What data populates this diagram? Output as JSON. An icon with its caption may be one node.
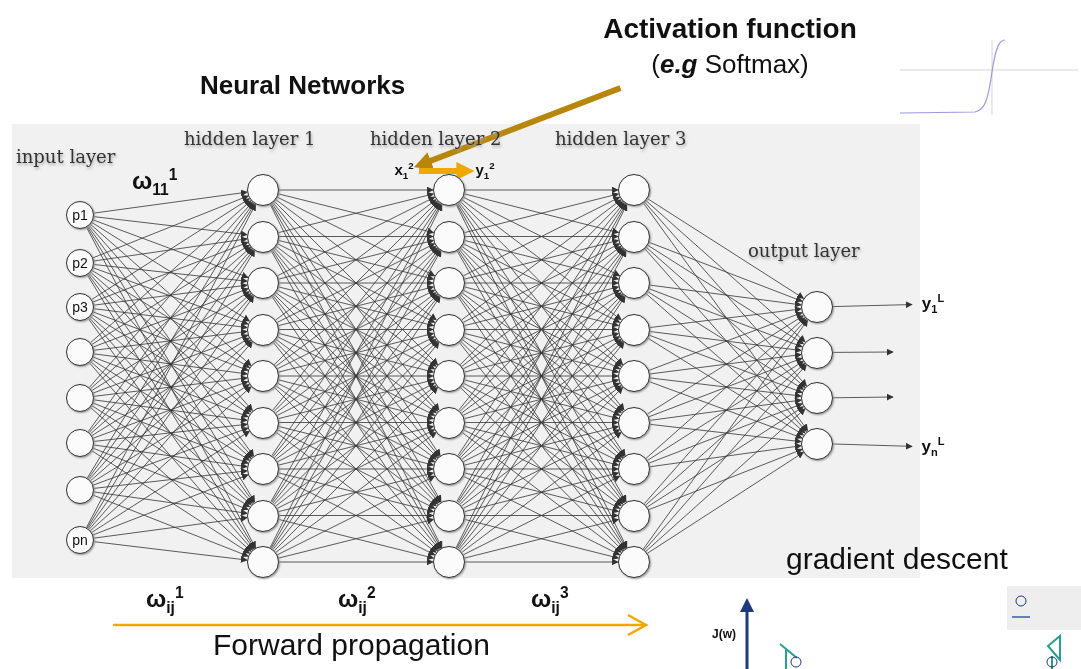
{
  "diagram": {
    "title": "Neural Networks",
    "nodes": [
      {
        "text": [
          "p1"
        ]
      },
      {
        "text": [
          "p2"
        ]
      },
      {
        "text": [
          "p3"
        ]
      },
      {
        "text": [],
        "shape": "circle"
      },
      {
        "text": [],
        "shape": "circle"
      },
      {
        "text": [],
        "shape": "circle"
      },
      {
        "text": [],
        "shape": "circle"
      },
      {
        "text": [
          "pn"
        ]
      },
      {
        "text": [],
        "shape": "circle"
      },
      {
        "text": [],
        "shape": "circle"
      },
      {
        "text": [],
        "shape": "circle"
      },
      {
        "text": [],
        "shape": "circle"
      },
      {
        "text": [],
        "shape": "circle"
      },
      {
        "text": [],
        "shape": "circle"
      },
      {
        "text": [],
        "shape": "circle"
      },
      {
        "text": [],
        "shape": "circle"
      },
      {
        "text": [],
        "shape": "circle"
      },
      {
        "text": [],
        "shape": "circle"
      },
      {
        "text": [],
        "shape": "circle"
      },
      {
        "text": [],
        "shape": "circle"
      },
      {
        "text": [],
        "shape": "circle"
      },
      {
        "text": [],
        "shape": "circle"
      },
      {
        "text": [],
        "shape": "circle"
      },
      {
        "text": [],
        "shape": "circle"
      },
      {
        "text": [],
        "shape": "circle"
      },
      {
        "text": [],
        "shape": "circle"
      },
      {
        "text": [],
        "shape": "circle"
      },
      {
        "text": [],
        "shape": "circle"
      },
      {
        "text": [],
        "shape": "circle"
      },
      {
        "text": [],
        "shape": "circle"
      },
      {
        "text": [],
        "shape": "circle"
      },
      {
        "text": [],
        "shape": "circle"
      },
      {
        "text": [],
        "shape": "circle"
      },
      {
        "text": [],
        "shape": "circle"
      },
      {
        "text": [],
        "shape": "circle"
      },
      {
        "text": [],
        "shape": "circle"
      },
      {
        "text": [],
        "shape": "circle"
      },
      {
        "text": [],
        "shape": "circle"
      },
      {
        "text": [],
        "shape": "circle"
      },
      {
        "text": [
          "Activation function",
          "(*e.g* Softmax)"
        ]
      },
      {
        "text": [
          "y$_{1}$$^{L}$"
        ]
      },
      {
        "text": [
          "y$_{n}$$^{L}$"
        ]
      },
      {
        "text": [
          "x$_{1}$$^{2}$"
        ]
      },
      {
        "text": [
          "y$_{1}$$^{2}$"
        ]
      }
    ],
    "edges": [
      {
        "from": 0,
        "to": 8,
        "arrow": "to"
      },
      {
        "from": 0,
        "to": 9,
        "arrow": "to"
      },
      {
        "from": 0,
        "to": 10,
        "arrow": "to"
      },
      {
        "from": 0,
        "to": 11,
        "arrow": "to"
      },
      {
        "from": 0,
        "to": 12,
        "arrow": "to"
      },
      {
        "from": 0,
        "to": 13,
        "arrow": "to"
      },
      {
        "from": 0,
        "to": 14,
        "arrow": "to"
      },
      {
        "from": 0,
        "to": 15,
        "arrow": "to"
      },
      {
        "from": 0,
        "to": 16,
        "arrow": "to"
      },
      {
        "from": 1,
        "to": 8,
        "arrow": "to"
      },
      {
        "from": 1,
        "to": 9,
        "arrow": "to"
      },
      {
        "from": 1,
        "to": 10,
        "arrow": "to"
      },
      {
        "from": 1,
        "to": 11,
        "arrow": "to"
      },
      {
        "from": 1,
        "to": 12,
        "arrow": "to"
      },
      {
        "from": 1,
        "to": 13,
        "arrow": "to"
      },
      {
        "from": 1,
        "to": 14,
        "arrow": "to"
      },
      {
        "from": 1,
        "to": 15,
        "arrow": "to"
      },
      {
        "from": 1,
        "to": 16,
        "arrow": "to"
      },
      {
        "from": 2,
        "to": 8,
        "arrow": "to"
      },
      {
        "from": 2,
        "to": 9,
        "arrow": "to"
      },
      {
        "from": 2,
        "to": 10,
        "arrow": "to"
      },
      {
        "from": 2,
        "to": 11,
        "arrow": "to"
      },
      {
        "from": 2,
        "to": 12,
        "arrow": "to"
      },
      {
        "from": 2,
        "to": 13,
        "arrow": "to"
      },
      {
        "from": 2,
        "to": 14,
        "arrow": "to"
      },
      {
        "from": 2,
        "to": 15,
        "arrow": "to"
      },
      {
        "from": 2,
        "to": 16,
        "arrow": "to"
      },
      {
        "from": 3,
        "to": 8,
        "arrow": "to"
      },
      {
        "from": 3,
        "to": 9,
        "arrow": "to"
      },
      {
        "from": 3,
        "to": 10,
        "arrow": "to"
      },
      {
        "from": 3,
        "to": 11,
        "arrow": "to"
      },
      {
        "from": 3,
        "to": 12,
        "arrow": "to"
      },
      {
        "from": 3,
        "to": 13,
        "arrow": "to"
      },
      {
        "from": 3,
        "to": 14,
        "arrow": "to"
      },
      {
        "from": 3,
        "to": 15,
        "arrow": "to"
      },
      {
        "from": 3,
        "to": 16,
        "arrow": "to"
      },
      {
        "from": 4,
        "to": 8,
        "arrow": "to"
      },
      {
        "from": 4,
        "to": 9,
        "arrow": "to"
      },
      {
        "from": 4,
        "to": 10,
        "arrow": "to"
      },
      {
        "from": 4,
        "to": 11,
        "arrow": "to"
      },
      {
        "from": 4,
        "to": 12,
        "arrow": "to"
      },
      {
        "from": 4,
        "to": 13,
        "arrow": "to"
      },
      {
        "from": 4,
        "to": 14,
        "arrow": "to"
      },
      {
        "from": 4,
        "to": 15,
        "arrow": "to"
      },
      {
        "from": 4,
        "to": 16,
        "arrow": "to"
      },
      {
        "from": 5,
        "to": 8,
        "arrow": "to"
      },
      {
        "from": 5,
        "to": 9,
        "arrow": "to"
      },
      {
        "from": 5,
        "to": 10,
        "arrow": "to"
      },
      {
        "from": 5,
        "to": 11,
        "arrow": "to"
      },
      {
        "from": 5,
        "to": 12,
        "arrow": "to"
      },
      {
        "from": 5,
        "to": 13,
        "arrow": "to"
      },
      {
        "from": 5,
        "to": 14,
        "arrow": "to"
      },
      {
        "from": 5,
        "to": 15,
        "arrow": "to"
      },
      {
        "from": 5,
        "to": 16,
        "arrow": "to"
      },
      {
        "from": 6,
        "to": 8,
        "arrow": "to"
      },
      {
        "from": 6,
        "to": 9,
        "arrow": "to"
      },
      {
        "from": 6,
        "to": 10,
        "arrow": "to"
      },
      {
        "from": 6,
        "to": 11,
        "arrow": "to"
      },
      {
        "from": 6,
        "to": 12,
        "arrow": "to"
      },
      {
        "from": 6,
        "to": 13,
        "arrow": "to"
      },
      {
        "from": 6,
        "to": 14,
        "arrow": "to"
      },
      {
        "from": 6,
        "to": 15,
        "arrow": "to"
      },
      {
        "from": 6,
        "to": 16,
        "arrow": "to"
      },
      {
        "from": 7,
        "to": 8,
        "arrow": "to"
      },
      {
        "from": 7,
        "to": 9,
        "arrow": "to"
      },
      {
        "from": 7,
        "to": 10,
        "arrow": "to"
      },
      {
        "from": 7,
        "to": 11,
        "arrow": "to"
      },
      {
        "from": 7,
        "to": 12,
        "arrow": "to"
      },
      {
        "from": 7,
        "to": 13,
        "arrow": "to"
      },
      {
        "from": 7,
        "to": 14,
        "arrow": "to"
      },
      {
        "from": 7,
        "to": 15,
        "arrow": "to"
      },
      {
        "from": 7,
        "to": 16,
        "arrow": "to"
      },
      {
        "from": 8,
        "to": 17,
        "arrow": "to"
      },
      {
        "from": 8,
        "to": 18,
        "arrow": "to"
      },
      {
        "from": 8,
        "to": 19,
        "arrow": "to"
      },
      {
        "from": 8,
        "to": 20,
        "arrow": "to"
      },
      {
        "from": 8,
        "to": 21,
        "arrow": "to"
      },
      {
        "from": 8,
        "to": 22,
        "arrow": "to"
      },
      {
        "from": 8,
        "to": 23,
        "arrow": "to"
      },
      {
        "from": 8,
        "to": 24,
        "arrow": "to"
      },
      {
        "from": 8,
        "to": 25,
        "arrow": "to"
      },
      {
        "from": 9,
        "to": 17,
        "arrow": "to"
      },
      {
        "from": 9,
        "to": 18,
        "arrow": "to"
      },
      {
        "from": 9,
        "to": 19,
        "arrow": "to"
      },
      {
        "from": 9,
        "to": 20,
        "arrow": "to"
      },
      {
        "from": 9,
        "to": 21,
        "arrow": "to"
      },
      {
        "from": 9,
        "to": 22,
        "arrow": "to"
      },
      {
        "from": 9,
        "to": 23,
        "arrow": "to"
      },
      {
        "from": 9,
        "to": 24,
        "arrow": "to"
      },
      {
        "from": 9,
        "to": 25,
        "arrow": "to"
      },
      {
        "from": 10,
        "to": 17,
        "arrow": "to"
      },
      {
        "from": 10,
        "to": 18,
        "arrow": "to"
      },
      {
        "from": 10,
        "to": 19,
        "arrow": "to"
      },
      {
        "from": 10,
        "to": 20,
        "arrow": "to"
      },
      {
        "from": 10,
        "to": 21,
        "arrow": "to"
      },
      {
        "from": 10,
        "to": 22,
        "arrow": "to"
      },
      {
        "from": 10,
        "to": 23,
        "arrow": "to"
      },
      {
        "from": 10,
        "to": 24,
        "arrow": "to"
      },
      {
        "from": 10,
        "to": 25,
        "arrow": "to"
      },
      {
        "from": 11,
        "to": 17,
        "arrow": "to"
      },
      {
        "from": 11,
        "to": 18,
        "arrow": "to"
      },
      {
        "from": 11,
        "to": 19,
        "arrow": "to"
      },
      {
        "from": 11,
        "to": 20,
        "arrow": "to"
      },
      {
        "from": 11,
        "to": 21,
        "arrow": "to"
      },
      {
        "from": 11,
        "to": 22,
        "arrow": "to"
      },
      {
        "from": 11,
        "to": 23,
        "arrow": "to"
      },
      {
        "from": 11,
        "to": 24,
        "arrow": "to"
      },
      {
        "from": 11,
        "to": 25,
        "arrow": "to"
      },
      {
        "from": 12,
        "to": 17,
        "arrow": "to"
      },
      {
        "from": 12,
        "to": 18,
        "arrow": "to"
      },
      {
        "from": 12,
        "to": 19,
        "arrow": "to"
      },
      {
        "from": 12,
        "to": 20,
        "arrow": "to"
      },
      {
        "from": 12,
        "to": 21,
        "arrow": "to"
      },
      {
        "from": 12,
        "to": 22,
        "arrow": "to"
      },
      {
        "from": 12,
        "to": 23,
        "arrow": "to"
      },
      {
        "from": 12,
        "to": 24,
        "arrow": "to"
      },
      {
        "from": 12,
        "to": 25,
        "arrow": "to"
      },
      {
        "from": 13,
        "to": 17,
        "arrow": "to"
      },
      {
        "from": 13,
        "to": 18,
        "arrow": "to"
      },
      {
        "from": 13,
        "to": 19,
        "arrow": "to"
      },
      {
        "from": 13,
        "to": 20,
        "arrow": "to"
      },
      {
        "from": 13,
        "to": 21,
        "arrow": "to"
      },
      {
        "from": 13,
        "to": 22,
        "arrow": "to"
      },
      {
        "from": 13,
        "to": 23,
        "arrow": "to"
      },
      {
        "from": 13,
        "to": 24,
        "arrow": "to"
      },
      {
        "from": 13,
        "to": 25,
        "arrow": "to"
      },
      {
        "from": 14,
        "to": 17,
        "arrow": "to"
      },
      {
        "from": 14,
        "to": 18,
        "arrow": "to"
      },
      {
        "from": 14,
        "to": 19,
        "arrow": "to"
      },
      {
        "from": 14,
        "to": 20,
        "arrow": "to"
      },
      {
        "from": 14,
        "to": 21,
        "arrow": "to"
      },
      {
        "from": 14,
        "to": 22,
        "arrow": "to"
      },
      {
        "from": 14,
        "to": 23,
        "arrow": "to"
      },
      {
        "from": 14,
        "to": 24,
        "arrow": "to"
      },
      {
        "from": 14,
        "to": 25,
        "arrow": "to"
      },
      {
        "from": 15,
        "to": 17,
        "arrow": "to"
      },
      {
        "from": 15,
        "to": 18,
        "arrow": "to"
      },
      {
        "from": 15,
        "to": 19,
        "arrow": "to"
      },
      {
        "from": 15,
        "to": 20,
        "arrow": "to"
      },
      {
        "from": 15,
        "to": 21,
        "arrow": "to"
      },
      {
        "from": 15,
        "to": 22,
        "arrow": "to"
      },
      {
        "from": 15,
        "to": 23,
        "arrow": "to"
      },
      {
        "from": 15,
        "to": 24,
        "arrow": "to"
      },
      {
        "from": 15,
        "to": 25,
        "arrow": "to"
      },
      {
        "from": 16,
        "to": 17,
        "arrow": "to"
      },
      {
        "from": 16,
        "to": 18,
        "arrow": "to"
      },
      {
        "from": 16,
        "to": 19,
        "arrow": "to"
      },
      {
        "from": 16,
        "to": 20,
        "arrow": "to"
      },
      {
        "from": 16,
        "to": 21,
        "arrow": "to"
      },
      {
        "from": 16,
        "to": 22,
        "arrow": "to"
      },
      {
        "from": 16,
        "to": 23,
        "arrow": "to"
      },
      {
        "from": 16,
        "to": 24,
        "arrow": "to"
      },
      {
        "from": 16,
        "to": 25,
        "arrow": "to"
      },
      {
        "from": 17,
        "to": 26,
        "arrow": "to"
      },
      {
        "from": 17,
        "to": 27,
        "arrow": "to"
      },
      {
        "from": 17,
        "to": 28,
        "arrow": "to"
      },
      {
        "from": 17,
        "to": 29,
        "arrow": "to"
      },
      {
        "from": 17,
        "to": 30,
        "arrow": "to"
      },
      {
        "from": 17,
        "to": 31,
        "arrow": "to"
      },
      {
        "from": 17,
        "to": 32,
        "arrow": "to"
      },
      {
        "from": 17,
        "to": 33,
        "arrow": "to"
      },
      {
        "from": 17,
        "to": 34,
        "arrow": "to"
      },
      {
        "from": 18,
        "to": 26,
        "arrow": "to"
      },
      {
        "from": 18,
        "to": 27,
        "arrow": "to"
      },
      {
        "from": 18,
        "to": 28,
        "arrow": "to"
      },
      {
        "from": 18,
        "to": 29,
        "arrow": "to"
      },
      {
        "from": 18,
        "to": 30,
        "arrow": "to"
      },
      {
        "from": 18,
        "to": 31,
        "arrow": "to"
      },
      {
        "from": 18,
        "to": 32,
        "arrow": "to"
      },
      {
        "from": 18,
        "to": 33,
        "arrow": "to"
      },
      {
        "from": 18,
        "to": 34,
        "arrow": "to"
      },
      {
        "from": 19,
        "to": 26,
        "arrow": "to"
      },
      {
        "from": 19,
        "to": 27,
        "arrow": "to"
      },
      {
        "from": 19,
        "to": 28,
        "arrow": "to"
      },
      {
        "from": 19,
        "to": 29,
        "arrow": "to"
      },
      {
        "from": 19,
        "to": 30,
        "arrow": "to"
      },
      {
        "from": 19,
        "to": 31,
        "arrow": "to"
      },
      {
        "from": 19,
        "to": 32,
        "arrow": "to"
      },
      {
        "from": 19,
        "to": 33,
        "arrow": "to"
      },
      {
        "from": 19,
        "to": 34,
        "arrow": "to"
      },
      {
        "from": 20,
        "to": 26,
        "arrow": "to"
      },
      {
        "from": 20,
        "to": 27,
        "arrow": "to"
      },
      {
        "from": 20,
        "to": 28,
        "arrow": "to"
      },
      {
        "from": 20,
        "to": 29,
        "arrow": "to"
      },
      {
        "from": 20,
        "to": 30,
        "arrow": "to"
      },
      {
        "from": 20,
        "to": 31,
        "arrow": "to"
      },
      {
        "from": 20,
        "to": 32,
        "arrow": "to"
      },
      {
        "from": 20,
        "to": 33,
        "arrow": "to"
      },
      {
        "from": 20,
        "to": 34,
        "arrow": "to"
      },
      {
        "from": 21,
        "to": 26,
        "arrow": "to"
      },
      {
        "from": 21,
        "to": 27,
        "arrow": "to"
      },
      {
        "from": 21,
        "to": 28,
        "arrow": "to"
      },
      {
        "from": 21,
        "to": 29,
        "arrow": "to"
      },
      {
        "from": 21,
        "to": 30,
        "arrow": "to"
      },
      {
        "from": 21,
        "to": 31,
        "arrow": "to"
      },
      {
        "from": 21,
        "to": 32,
        "arrow": "to"
      },
      {
        "from": 21,
        "to": 33,
        "arrow": "to"
      },
      {
        "from": 21,
        "to": 34,
        "arrow": "to"
      },
      {
        "from": 22,
        "to": 26,
        "arrow": "to"
      },
      {
        "from": 22,
        "to": 27,
        "arrow": "to"
      },
      {
        "from": 22,
        "to": 28,
        "arrow": "to"
      },
      {
        "from": 22,
        "to": 29,
        "arrow": "to"
      },
      {
        "from": 22,
        "to": 30,
        "arrow": "to"
      },
      {
        "from": 22,
        "to": 31,
        "arrow": "to"
      },
      {
        "from": 22,
        "to": 32,
        "arrow": "to"
      },
      {
        "from": 22,
        "to": 33,
        "arrow": "to"
      },
      {
        "from": 22,
        "to": 34,
        "arrow": "to"
      },
      {
        "from": 23,
        "to": 26,
        "arrow": "to"
      },
      {
        "from": 23,
        "to": 27,
        "arrow": "to"
      },
      {
        "from": 23,
        "to": 28,
        "arrow": "to"
      },
      {
        "from": 23,
        "to": 29,
        "arrow": "to"
      },
      {
        "from": 23,
        "to": 30,
        "arrow": "to"
      },
      {
        "from": 23,
        "to": 31,
        "arrow": "to"
      },
      {
        "from": 23,
        "to": 32,
        "arrow": "to"
      },
      {
        "from": 23,
        "to": 33,
        "arrow": "to"
      },
      {
        "from": 23,
        "to": 34,
        "arrow": "to"
      },
      {
        "from": 24,
        "to": 26,
        "arrow": "to"
      },
      {
        "from": 24,
        "to": 27,
        "arrow": "to"
      },
      {
        "from": 24,
        "to": 28,
        "arrow": "to"
      },
      {
        "from": 24,
        "to": 29,
        "arrow": "to"
      },
      {
        "from": 24,
        "to": 30,
        "arrow": "to"
      },
      {
        "from": 24,
        "to": 31,
        "arrow": "to"
      },
      {
        "from": 24,
        "to": 32,
        "arrow": "to"
      },
      {
        "from": 24,
        "to": 33,
        "arrow": "to"
      },
      {
        "from": 24,
        "to": 34,
        "arrow": "to"
      },
      {
        "from": 25,
        "to": 26,
        "arrow": "to"
      },
      {
        "from": 25,
        "to": 27,
        "arrow": "to"
      },
      {
        "from": 25,
        "to": 28,
        "arrow": "to"
      },
      {
        "from": 25,
        "to": 29,
        "arrow": "to"
      },
      {
        "from": 25,
        "to": 30,
        "arrow": "to"
      },
      {
        "from": 25,
        "to": 31,
        "arrow": "to"
      },
      {
        "from": 25,
        "to": 32,
        "arrow": "to"
      },
      {
        "from": 25,
        "to": 33,
        "arrow": "to"
      },
      {
        "from": 25,
        "to": 34,
        "arrow": "to"
      },
      {
        "from": 26,
        "to": 35,
        "arrow": "to"
      },
      {
        "from": 26,
        "to": 36,
        "arrow": "to"
      },
      {
        "from": 26,
        "to": 37,
        "arrow": "to"
      },
      {
        "from": 26,
        "to": 38,
        "arrow": "to"
      },
      {
        "from": 27,
        "to": 35,
        "arrow": "to"
      },
      {
        "from": 27,
        "to": 36,
        "arrow": "to"
      },
      {
        "from": 27,
        "to": 37,
        "arrow": "to"
      },
      {
        "from": 27,
        "to": 38,
        "arrow": "to"
      },
      {
        "from": 28,
        "to": 35,
        "arrow": "to"
      },
      {
        "from": 28,
        "to": 36,
        "arrow": "to"
      },
      {
        "from": 28,
        "to": 37,
        "arrow": "to"
      },
      {
        "from": 28,
        "to": 38,
        "arrow": "to"
      },
      {
        "from": 29,
        "to": 35,
        "arrow": "to"
      },
      {
        "from": 29,
        "to": 36,
        "arrow": "to"
      },
      {
        "from": 29,
        "to": 37,
        "arrow": "to"
      },
      {
        "from": 29,
        "to": 38,
        "arrow": "to"
      },
      {
        "from": 30,
        "to": 35,
        "arrow": "to"
      },
      {
        "from": 30,
        "to": 36,
        "arrow": "to"
      },
      {
        "from": 30,
        "to": 37,
        "arrow": "to"
      },
      {
        "from": 30,
        "to": 38,
        "arrow": "to"
      },
      {
        "from": 31,
        "to": 35,
        "arrow": "to"
      },
      {
        "from": 31,
        "to": 36,
        "arrow": "to"
      },
      {
        "from": 31,
        "to": 37,
        "arrow": "to"
      },
      {
        "from": 31,
        "to": 38,
        "arrow": "to"
      },
      {
        "from": 32,
        "to": 35,
        "arrow": "to"
      },
      {
        "from": 32,
        "to": 36,
        "arrow": "to"
      },
      {
        "from": 32,
        "to": 37,
        "arrow": "to"
      },
      {
        "from": 32,
        "to": 38,
        "arrow": "to"
      },
      {
        "from": 33,
        "to": 35,
        "arrow": "to"
      },
      {
        "from": 33,
        "to": 36,
        "arrow": "to"
      },
      {
        "from": 33,
        "to": 37,
        "arrow": "to"
      },
      {
        "from": 33,
        "to": 38,
        "arrow": "to"
      },
      {
        "from": 34,
        "to": 35,
        "arrow": "to"
      },
      {
        "from": 34,
        "to": 36,
        "arrow": "to"
      },
      {
        "from": 34,
        "to": 37,
        "arrow": "to"
      },
      {
        "from": 34,
        "to": 38,
        "arrow": "to"
      },
      {
        "from": 35,
        "to": 40,
        "arrow": "to"
      },
      {
        "from": 36,
        "to": null,
        "arrow": "to"
      },
      {
        "from": 37,
        "to": null,
        "arrow": "to"
      },
      {
        "from": 38,
        "to": 41,
        "arrow": "to"
      },
      {
        "from": 39,
        "to": 42,
        "arrow": "to",
        "style": "thick",
        "color": "#b8860b"
      },
      {
        "from": 42,
        "to": 43,
        "arrow": "to",
        "style": "thick",
        "color": "#f0a800"
      }
    ],
    "labels": [
      "input layer",
      "hidden layer 1",
      "hidden layer 2",
      "hidden layer 3",
      "output layer",
      "ω$_{11}$$^{1}$",
      "ω$_{ij}$$^{1}$",
      "ω$_{ij}$$^{2}$",
      "ω$_{ij}$$^{3}$",
      "Forward propagation",
      "gradient descent",
      "J(w)"
    ]
  }
}
